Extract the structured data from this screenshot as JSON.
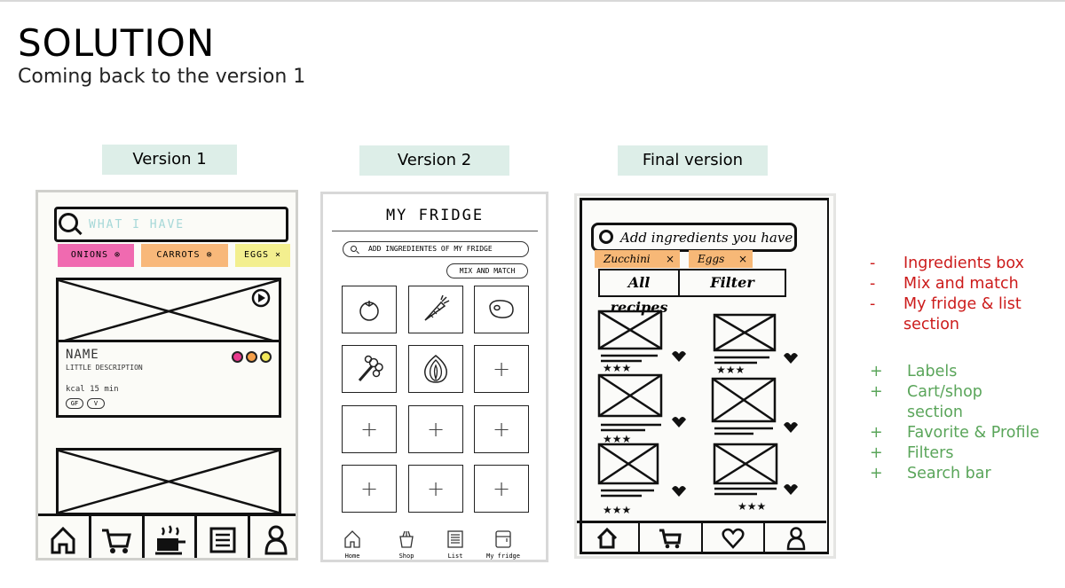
{
  "header": {
    "title": "SOLUTION",
    "subtitle": "Coming back to the version 1"
  },
  "versions": [
    {
      "label": "Version 1"
    },
    {
      "label": "Version 2"
    },
    {
      "label": "Final version"
    }
  ],
  "version1": {
    "search_placeholder": "WHAT I HAVE",
    "tags": [
      {
        "label": "ONIONS ⊗",
        "color": "#f06ab0"
      },
      {
        "label": "CARROTS ⊗",
        "color": "#f8b87a"
      },
      {
        "label": "EGGS ×",
        "color": "#f3ef8f"
      }
    ],
    "card": {
      "name": "NAME",
      "description": "LITTLE DESCRIPTION",
      "meta": "kcal  15 min",
      "badges": [
        "GF",
        "V"
      ],
      "dot_colors": [
        "#e83a8e",
        "#f5a04a",
        "#f1e85a"
      ]
    },
    "nav_icons": [
      "home-icon",
      "cart-icon",
      "cooking-icon",
      "list-icon",
      "profile-icon"
    ]
  },
  "version2": {
    "title": "MY FRIDGE",
    "search_placeholder": "ADD INGREDIENTES OF MY FRIDGE",
    "mix_button": "MIX AND MATCH",
    "plus": "+",
    "grid_icons": [
      "tomato-icon",
      "carrot-icon",
      "steak-icon",
      "broccoli-icon",
      "onion-icon"
    ],
    "nav": [
      {
        "label": "Home",
        "icon": "home-icon"
      },
      {
        "label": "Shop",
        "icon": "shop-bag-icon"
      },
      {
        "label": "List",
        "icon": "list-icon"
      },
      {
        "label": "My fridge",
        "icon": "fridge-icon"
      }
    ]
  },
  "final": {
    "search_text": "Add ingredients you have",
    "chips": [
      {
        "label": "Zucchini",
        "x": "×"
      },
      {
        "label": "Eggs",
        "x": "×"
      }
    ],
    "tabs": [
      "All recipes",
      "Filter"
    ],
    "chip_color": "#f7b877",
    "nav_icons": [
      "home-icon",
      "cart-icon",
      "heart-icon",
      "profile-icon"
    ]
  },
  "changes": {
    "removed": [
      {
        "mark": "-",
        "text": "Ingredients box"
      },
      {
        "mark": "-",
        "text": "Mix and match"
      },
      {
        "mark": "-",
        "text": "My fridge & list"
      },
      {
        "mark": "",
        "text": "section"
      }
    ],
    "added": [
      {
        "mark": "+",
        "text": "Labels"
      },
      {
        "mark": "+",
        "text": "Cart/shop"
      },
      {
        "mark": "",
        "text": "section"
      },
      {
        "mark": "+",
        "text": "Favorite & Profile"
      },
      {
        "mark": "+",
        "text": "Filters"
      },
      {
        "mark": "+",
        "text": "Search bar"
      }
    ],
    "removed_color": "#cc1b1b",
    "added_color": "#5aa55a"
  }
}
